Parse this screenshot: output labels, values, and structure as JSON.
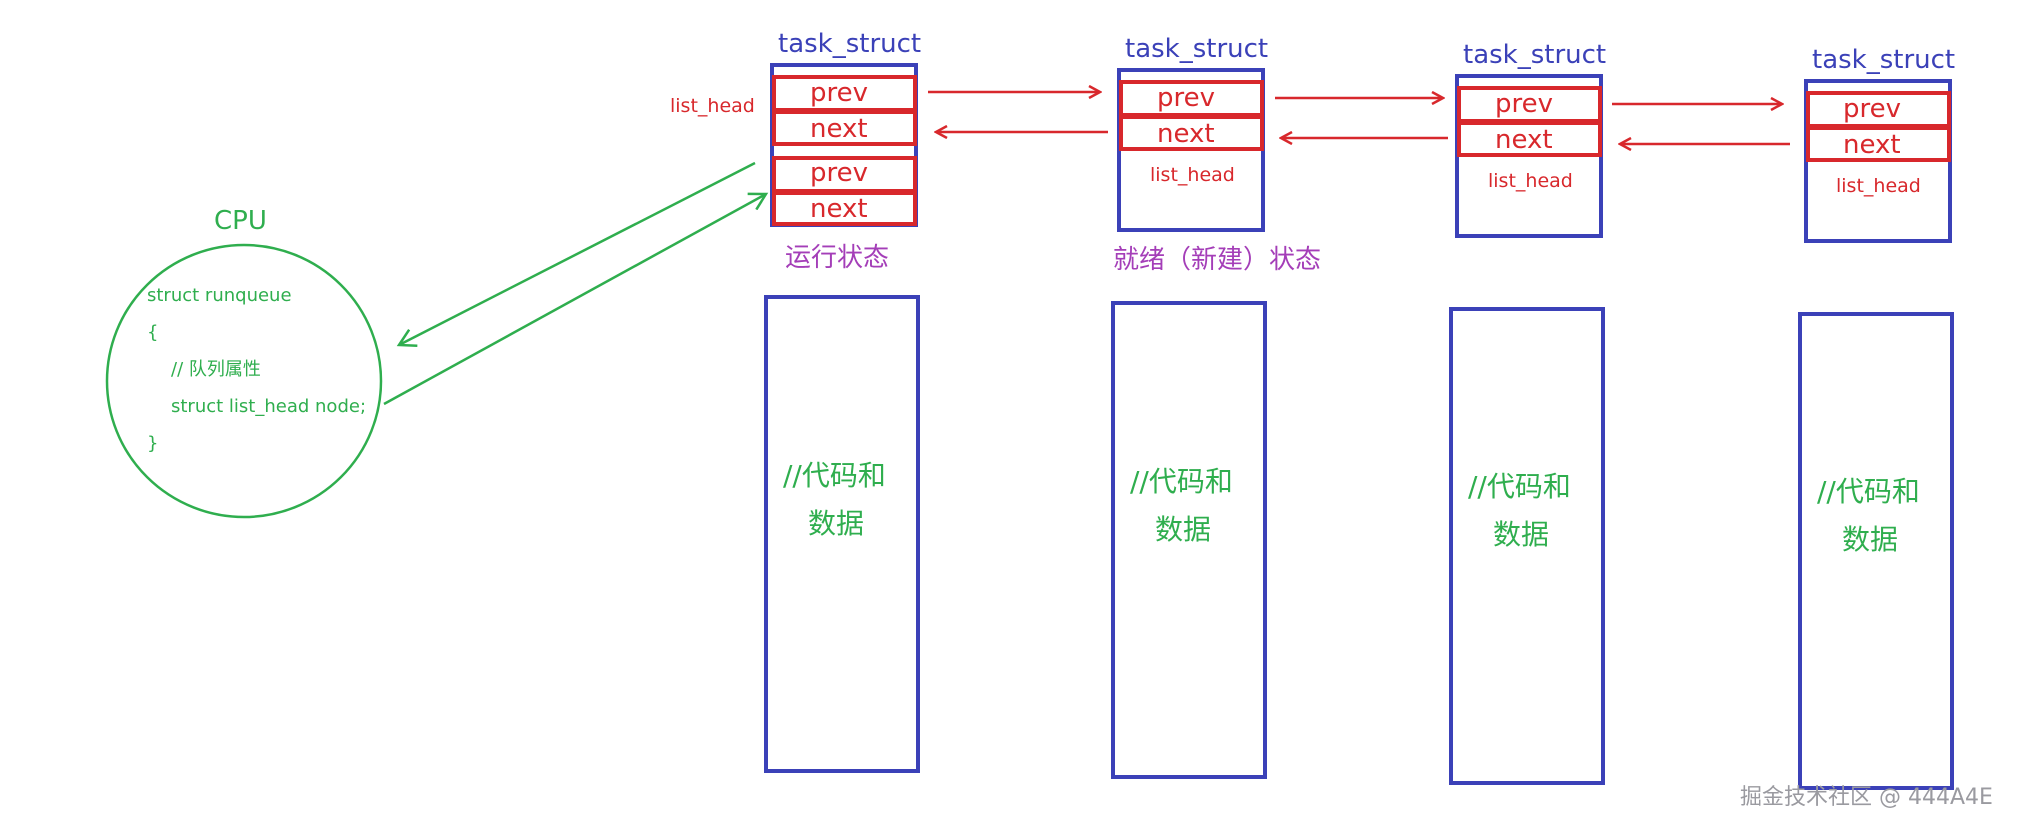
{
  "task_struct_label": "task_struct",
  "prev_label": "prev",
  "next_label": "next",
  "list_head_label": "list_head",
  "code_line1": "//代码和",
  "code_line2": "数据",
  "state_running": "运行状态",
  "state_ready": "就绪（新建）状态",
  "cpu": {
    "title": "CPU",
    "lines": [
      "struct runqueue",
      "{",
      "// 队列属性",
      "struct list_head node;",
      "}"
    ]
  },
  "watermark": "掘金技术社区 @ 444A4E",
  "colors": {
    "blue": "#3b41b8",
    "red": "#d8282c",
    "green": "#2fae4e",
    "purple": "#a43eb8"
  }
}
